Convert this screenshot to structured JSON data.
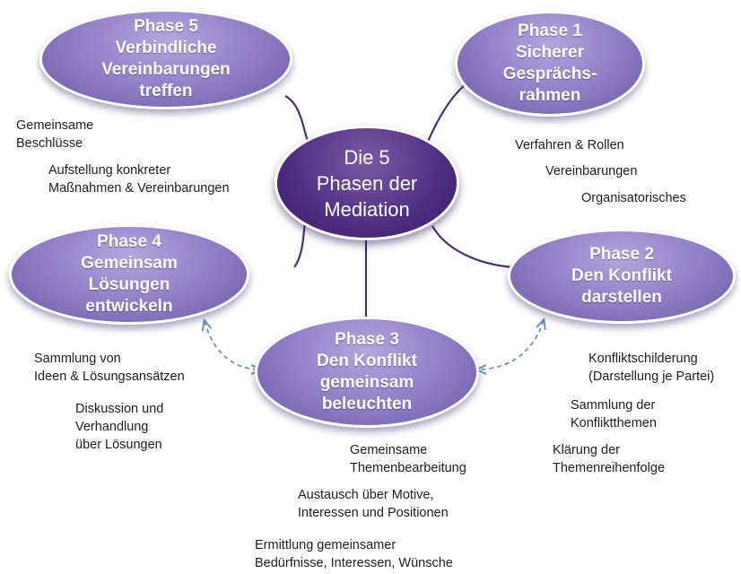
{
  "center": {
    "lines": [
      "Die 5",
      "Phasen der",
      "Mediation"
    ]
  },
  "phases": {
    "p1": {
      "lines": [
        "Phase 1",
        "Sicherer",
        "Gesprächs-",
        "rahmen"
      ]
    },
    "p2": {
      "lines": [
        "Phase 2",
        "Den Konflikt",
        "darstellen"
      ]
    },
    "p3": {
      "lines": [
        "Phase 3",
        "Den Konflikt",
        "gemeinsam",
        "beleuchten"
      ]
    },
    "p4": {
      "lines": [
        "Phase 4",
        "Gemeinsam",
        "Lösungen",
        "entwickeln"
      ]
    },
    "p5": {
      "lines": [
        "Phase 5",
        "Verbindliche",
        "Vereinbarungen",
        "treffen"
      ]
    }
  },
  "notes": {
    "p5": [
      [
        "Gemeinsame",
        "Beschlüsse"
      ],
      [
        "Aufstellung konkreter",
        "Maßnahmen & Vereinbarungen"
      ]
    ],
    "p1": [
      [
        "Verfahren & Rollen"
      ],
      [
        "Vereinbarungen"
      ],
      [
        "Organisatorisches"
      ]
    ],
    "p4": [
      [
        "Sammlung von",
        "Ideen & Lösungsansätzen"
      ],
      [
        "Diskussion und",
        "Verhandlung",
        "über Lösungen"
      ]
    ],
    "p2": [
      [
        "Konfliktschilderung",
        "(Darstellung je Partei)"
      ],
      [
        "Sammlung der",
        "Konfliktthemen"
      ],
      [
        "Klärung der",
        "Themenreihenfolge"
      ]
    ],
    "p3": [
      [
        "Gemeinsame",
        "Themenbearbeitung"
      ],
      [
        "Austausch über Motive,",
        "Interessen und Positionen"
      ],
      [
        "Ermittlung gemeinsamer",
        "Bedürfnisse, Interessen, Wünsche"
      ]
    ]
  },
  "colors": {
    "connector": "#4a2f75",
    "dashed_arrow": "#6a93b8",
    "phase_fill": "#8d7bc4",
    "center_fill": "#4f2d82"
  }
}
